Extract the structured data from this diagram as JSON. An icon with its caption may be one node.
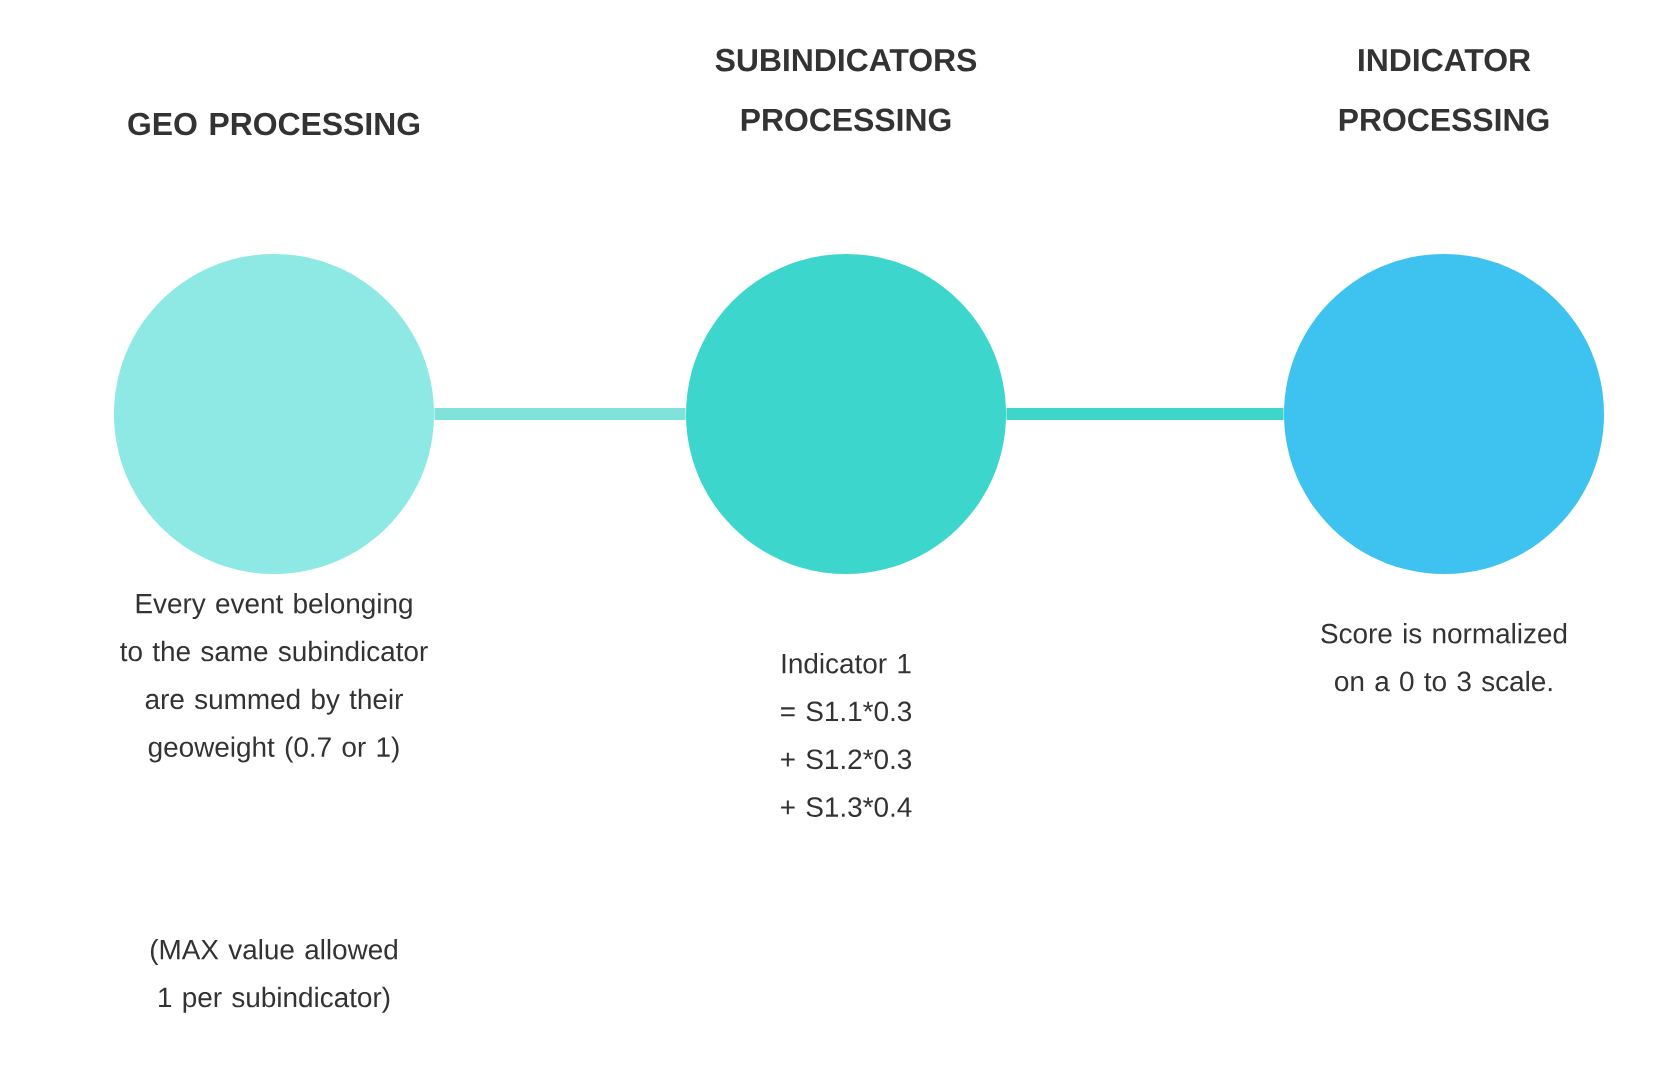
{
  "diagram": {
    "nodes": [
      {
        "text": [],
        "shape": "circle",
        "beside": [
          "GEO PROCESSING",
          "Every event belonging to the same subindicator are summed by their geoweight (0.7 or 1)"
        ]
      },
      {
        "text": [],
        "shape": "circle",
        "beside": [
          "SUBINDICATORS PROCESSING",
          "Indicator 1 = S1.1*0.3 + S1.2*0.3 + S1.3*0.4"
        ]
      },
      {
        "text": [],
        "shape": "circle",
        "beside": [
          "INDICATOR PROCESSING",
          "Score is normalized on a 0 to 3 scale."
        ]
      }
    ],
    "labels": [
      "(MAX value allowed 1 per subindicator)"
    ],
    "edges": [
      {
        "from": 0,
        "to": 1,
        "arrow": "none",
        "color": "#7fe3dc"
      },
      {
        "from": 1,
        "to": 2,
        "arrow": "none",
        "color": "#3dd6c9"
      }
    ]
  }
}
